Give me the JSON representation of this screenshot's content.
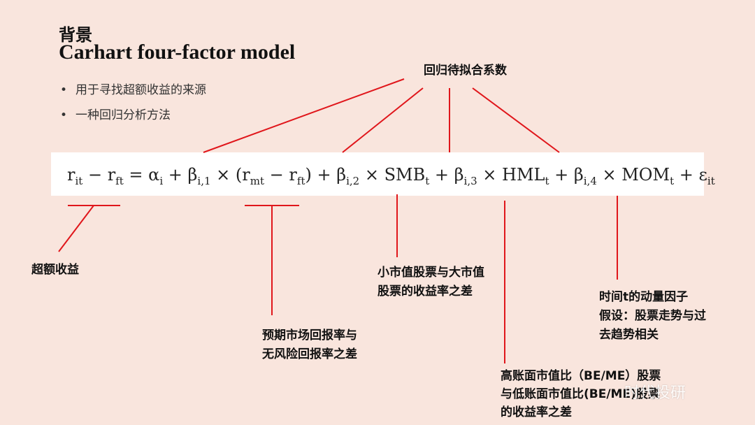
{
  "title_cn": "背景",
  "title_en": "Carhart four-factor model",
  "bullets": [
    "用于寻找超额收益的来源",
    "一种回归分析方法"
  ],
  "formula": {
    "r": "r",
    "it": "it",
    "minus": " − ",
    "ft": "ft",
    "eq": " = ",
    "alpha": "α",
    "i": "i",
    "plus": " + ",
    "beta": "β",
    "i1": "i,1",
    "times": " × ",
    "lparen": "(",
    "mt": "mt",
    "rparen": ")",
    "i2": "i,2",
    "smb": "SMB",
    "t": "t",
    "i3": "i,3",
    "hml": "HML",
    "i4": "i,4",
    "mom": "MOM",
    "eps": "ε"
  },
  "labels": {
    "coef": "回归待拟合系数",
    "excess": "超额收益",
    "market_1": "预期市场回报率与",
    "market_2": "无风险回报率之差",
    "smb_1": "小市值股票与大市值",
    "smb_2": "股票的收益率之差",
    "mom_1": "时间t的动量因子",
    "mom_2": "假设：股票走势与过",
    "mom_3": "去趋势相关",
    "hml_1": "高账面市值比（BE/ME）股票",
    "hml_2": "与低账面市值比(BE/ME)股票",
    "hml_3": "的收益率之差"
  },
  "watermark": "时代投研",
  "colors": {
    "background": "#f9e5dd",
    "line": "#e0161b",
    "formula_bg": "#ffffff"
  }
}
